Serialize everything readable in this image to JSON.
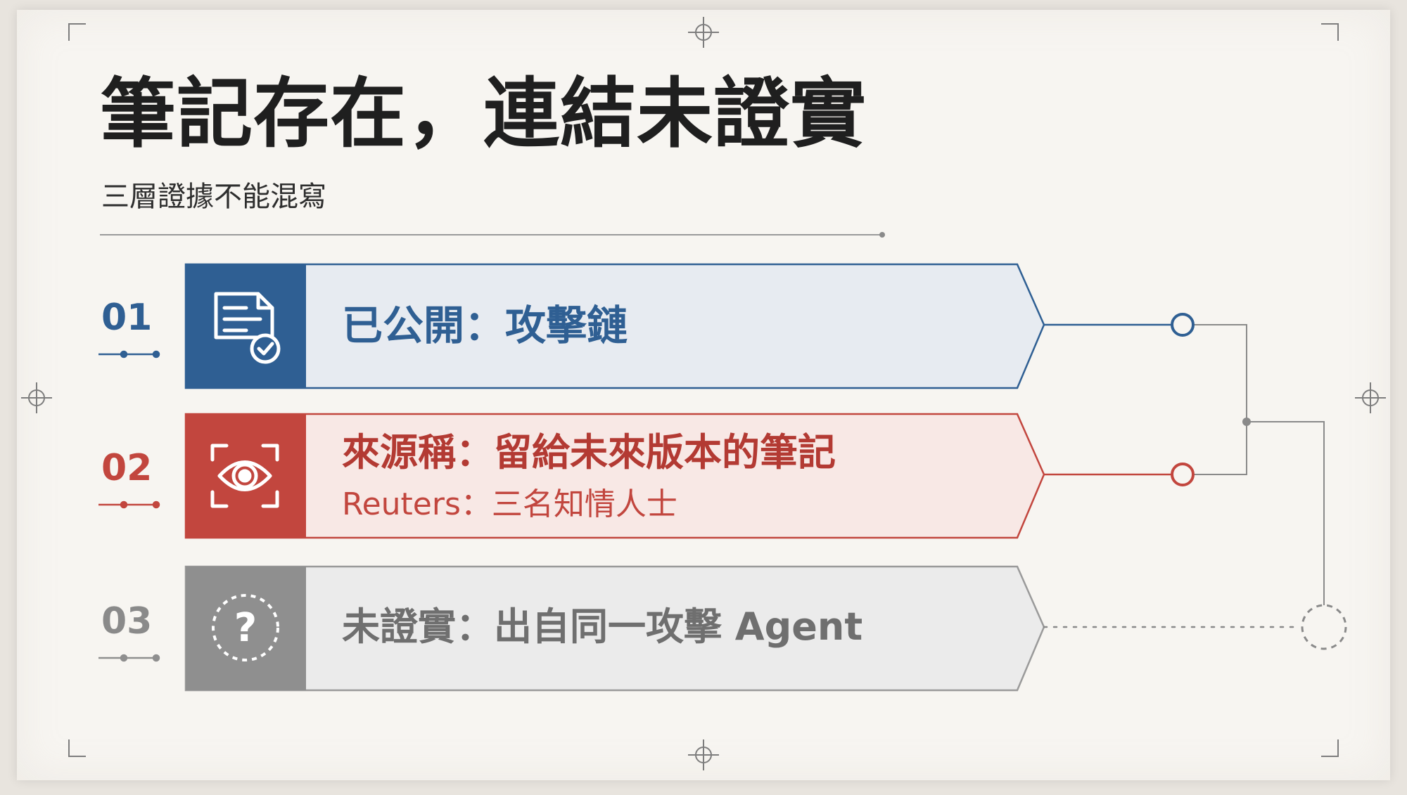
{
  "title": "筆記存在，連結未證實",
  "subtitle": "三層證據不能混寫",
  "colors": {
    "blue": "#2f5f93",
    "red": "#c2463e",
    "gray": "#8f8f8f"
  },
  "rows": [
    {
      "number": "01",
      "label": "已公開：攻擊鏈",
      "icon": "document-check-icon",
      "color": "blue"
    },
    {
      "number": "02",
      "label": "來源稱：留給未來版本的筆記",
      "sublabel": "Reuters：三名知情人士",
      "icon": "eye-scan-icon",
      "color": "red"
    },
    {
      "number": "03",
      "label": "未證實：出自同一攻擊 Agent",
      "icon": "question-icon",
      "color": "gray"
    }
  ]
}
